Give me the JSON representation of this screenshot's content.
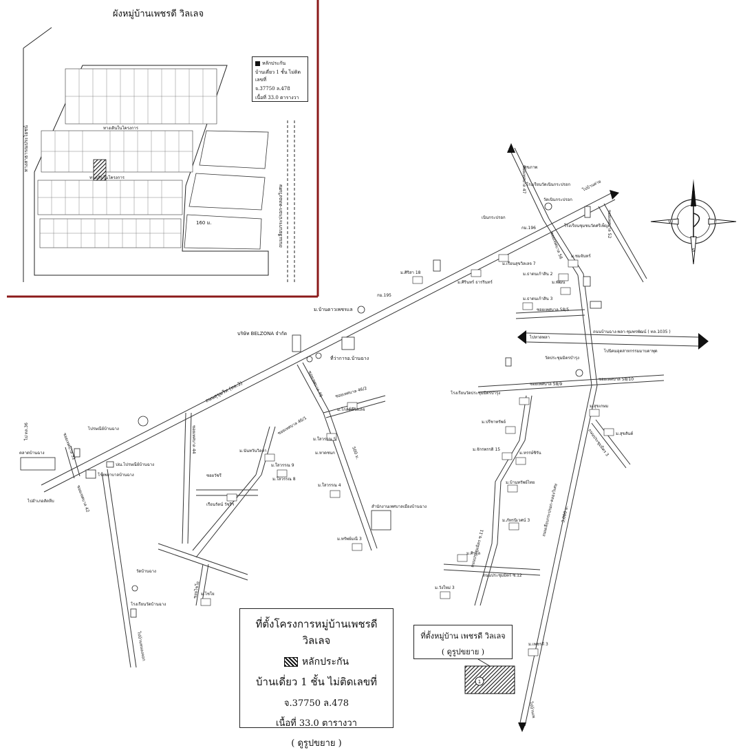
{
  "inset": {
    "title": "ผังหมู่บ้านเพชรดี วิลเลจ",
    "legend_marker_label": "หลักประกัน",
    "legend_type": "บ้านเดี่ยว 1 ชั้น ไม่ติดเลขที่",
    "legend_deed": "จ.37750 ล.478",
    "legend_area": "เนื้อที่ 33.0 ตารางวา",
    "road_left": "ทางสาธารณประโยชน์",
    "road_right": "ถนนเลียบกระปรอก-คลองวิเศษ",
    "road_mid1": "ทางเดินในโครงการ",
    "road_mid2": "ทางเดินในโครงการ",
    "dimension": "160 ม."
  },
  "labels": {
    "sukhumvit": "ถนนสุขุมวิท (ทล.3)",
    "km195": "กม.195",
    "belzona": "บริษัท BELZONA จำกัด",
    "district_office": "ที่ว่าการอ.บ้านฉาง",
    "ban_pattaya": "ม.บ้านดาวเพชรแล",
    "m_siri": "ม.ศิริสา 18",
    "m_sirintara": "ม.ศิรินทร์ ธารรินทร์",
    "sai_khamdee": "ไปบ้านค่าย",
    "soi_47": "ซอยเทศบาล 47",
    "school_kraprok": "โรงเรียนวัดเนินกระปรอก",
    "wat_kraprok": "วัดเนินกระปรอก",
    "nern_kraprok": "เนินกระปรอก",
    "health": "สุขภาพ",
    "km_196": "กม.196",
    "school_phen": "โรงเรียนชุมชนวัดศรีเพ็ญ",
    "soi_52": "ซอยเทศบาล 52",
    "m_rueannonsak": "ม.เรือนสุขวิลเลจ 7",
    "m_pyt_56": "ซอยเทศบาล 56",
    "m_chomchan": "ม.ชมจันทร์",
    "m_nantawan2": "ม.ธาดนเก้าสิน 2",
    "m_prikkee": "ม.พัฒน",
    "m_nantawan3": "ม.ธาดนเก้าสิน 3",
    "soi_58_5": "ซอยเทศบาล 58/5",
    "road_1035": "ถนนบ้านฉาง-พลา-ชุมพรพัฒน์ ( ทล.1035 )",
    "to_phla": "ไปหาดพลา",
    "to_industrial": "ไปนิคมอุตสาหกรรมมาบตาพุด",
    "wat_prachum": "วัดประชุมมิตรบำรุง",
    "soi_58_9": "ซอยเทศบาล 58/9",
    "soi_58_10": "ซอยเทศบาล 58/10",
    "school_prachum": "โรงเรียนวัดประชุมมิตรบำรุง",
    "m_pachara": "ม.ปรีชาทรัพย์",
    "m_chitti15": "ม.จักรพรรดิ 15",
    "m_phaisarn": "ม.หรรษ์ชิรัน",
    "m_bantongthai": "ม.บ้านทรัพย์ไทย",
    "m_chaiya3": "ม.ภัทรนิเวศน์ 3",
    "m_sirisuk": "ม.ศิรกุล",
    "soi_12": "ถนนประชุมมิตร ซ.12",
    "soi_11": "ถนนประชุมมิตร ซ.11",
    "m_chaiyai3": "ม.วังใหม่ 3",
    "road_kraprok_klong": "ถนนเลียบกระปรอก-คลองวิเศษ",
    "dist_3000": "3,000 ม.",
    "m_petchdee3": "ม.เพชรดี 3",
    "to_ban_rua": "ไปบ้านเพ",
    "m_sukkasem": "ม.สุขเกษม",
    "m_suksant": "ม.สุขสันต์",
    "soi_prachum": "ถนนประชุมมิตร 3",
    "soi_46_2": "ซอยเทศบาล 46/2",
    "soi_46": "ซอยเทศบาล 46",
    "m_golden": "ม.โกลด์ดีวิลเลจ",
    "m_chaiwan5": "ม.ใสวรรณ 5",
    "m_hatchanok": "ม.หาดชนก",
    "m_chaiwan9": "ม.ใสวรรณ 9",
    "m_chaiwan4": "ม.ใสวรรณ 4",
    "office_land": "สำนักงานเทศบาลเมืองบ้านฉาง",
    "m_chaiwan3": "ม.ทรัพย์มณี 3",
    "dist_500": "500 ม.",
    "soi_46_1": "ซอยเทศบาล 46/1",
    "soi_44": "ซอยเทศบาล 44",
    "m_wilaiwan": "ม.นันทวันวิลล่า",
    "m_chaiwan8": "ม.ใสวรรณ 8",
    "soi_wachi": "ซอยวัชรี",
    "ruean_wachi": "เรือนรัตน์ วัชรีฯ",
    "ban_chang": "ตลาดบ้านฉาง",
    "to_sattahip": "ไป ทล.36",
    "soi_31": "ซอยเทศบาล 31",
    "post_office": "ไปรษณีย์บ้านฉาง",
    "police": "ปณ.ไปรษณีย์บ้านฉาง",
    "hospital": "โรงพยาบาลบ้านฉาง",
    "to_pattaya": "ไปอำเภอสัตหีบ",
    "soi_42": "ซอยเทศบาล 42",
    "wat_banchang": "วัดบ้านฉาง",
    "school_banchang": "โรงเรียนวัดบ้านฉาง",
    "to_ban_nong": "ไปบ้านหนองจอก",
    "soi_chaiyo": "ซอยไชโย",
    "m_chaiyo": "ม.ไชโย",
    "m_chaiyo2": "ม.ไชโย"
  },
  "info_box": {
    "title": "ที่ตั้งโครงการหมู่บ้านเพชรดี วิลเลจ",
    "legend": "หลักประกัน",
    "type": "บ้านเดี่ยว 1 ชั้น ไม่ติดเลขที่",
    "deed": "จ.37750 ล.478",
    "area": "เนื้อที่ 33.0 ตารางวา",
    "note": "( ดูรูปขยาย )"
  },
  "location_box": {
    "title": "ที่ตั้งหมู่บ้าน เพชรดี วิลเลจ",
    "note": "( ดูรูปขยาย )",
    "marker": "1"
  },
  "compass": {
    "n": "N",
    "s": "S",
    "e": "E",
    "w": "W"
  },
  "colors": {
    "inset_border": "#8b1a1a",
    "ink": "#111111"
  }
}
